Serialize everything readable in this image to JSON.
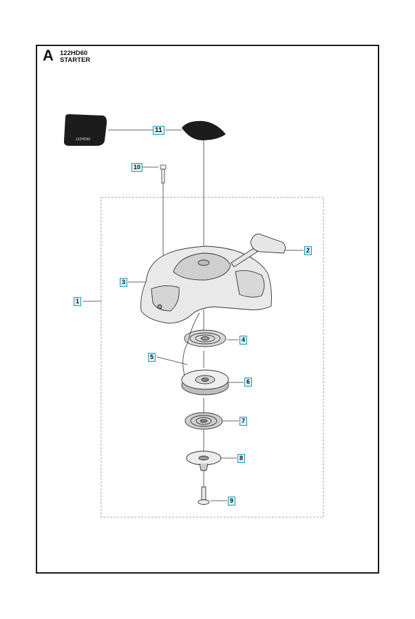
{
  "header": {
    "section_letter": "A",
    "model": "122HD60",
    "section_title": "STARTER"
  },
  "decal_text": "122HD60",
  "callouts": [
    "1",
    "2",
    "3",
    "4",
    "5",
    "6",
    "7",
    "8",
    "9",
    "10",
    "11"
  ],
  "colors": {
    "callout_border": "#1a9ab5",
    "callout_fill": "#dff3f8",
    "frame": "#1a1a1a",
    "part_outline": "#333333"
  }
}
